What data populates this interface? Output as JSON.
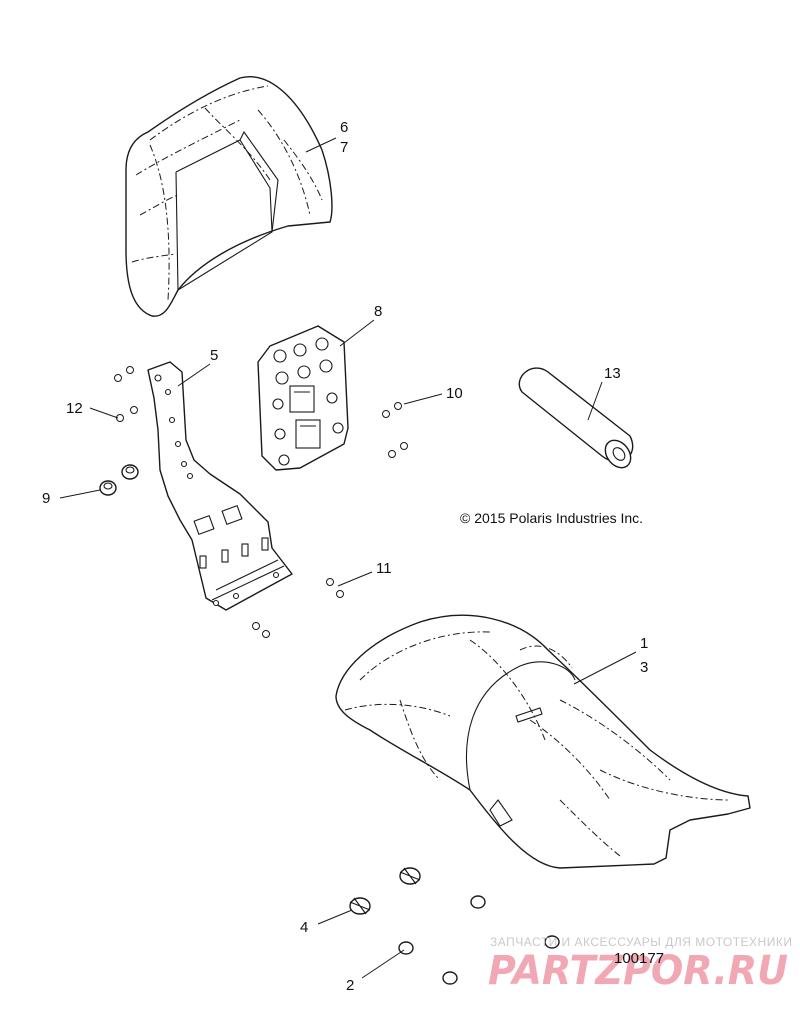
{
  "copyright": "© 2015 Polaris Industries Inc.",
  "figure_number": "100177",
  "watermark": {
    "tagline": "ЗАПЧАСТИ И АКСЕССУАРЫ ДЛЯ МОТОТЕХНИКИ",
    "brand": "PARTZPOR.RU"
  },
  "callouts": {
    "c1": "1",
    "c2": "2",
    "c3": "3",
    "c4": "4",
    "c5": "5",
    "c6": "6",
    "c7": "7",
    "c8": "8",
    "c9": "9",
    "c10": "10",
    "c11": "11",
    "c12": "12",
    "c13": "13"
  }
}
